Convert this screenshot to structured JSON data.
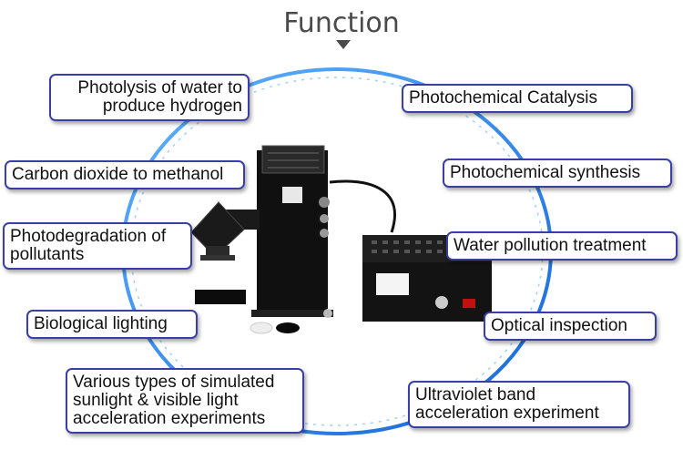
{
  "header": {
    "title": "Function"
  },
  "labels_left": [
    {
      "lines": [
        "Photolysis of water to",
        "produce hydrogen"
      ]
    },
    {
      "lines": [
        "Carbon dioxide to methanol"
      ]
    },
    {
      "lines": [
        "Photodegradation of",
        "pollutants"
      ]
    },
    {
      "lines": [
        "Biological lighting"
      ]
    },
    {
      "lines": [
        "Various types of simulated",
        "sunlight & visible light",
        "acceleration experiments"
      ]
    }
  ],
  "labels_right": [
    {
      "lines": [
        "Photochemical Catalysis"
      ]
    },
    {
      "lines": [
        "Photochemical synthesis"
      ]
    },
    {
      "lines": [
        "Water pollution treatment"
      ]
    },
    {
      "lines": [
        "Optical inspection"
      ]
    },
    {
      "lines": [
        "Ultraviolet band",
        "acceleration experiment"
      ]
    }
  ],
  "colors": {
    "ring": "#1e90ff",
    "border": "#3a3fa8",
    "title": "#4a4a4a"
  }
}
